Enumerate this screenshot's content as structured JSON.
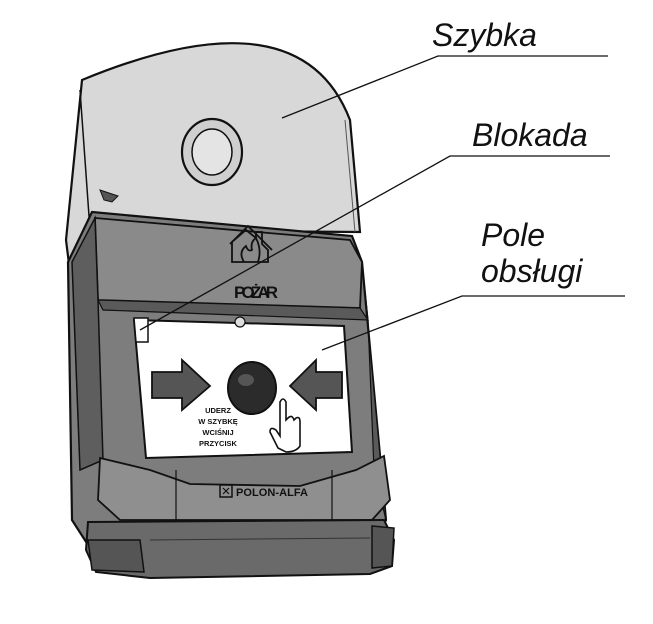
{
  "labels": {
    "szybka": "Szybka",
    "blokada": "Blokada",
    "pole_line1": "Pole",
    "pole_line2": "obsługi"
  },
  "device": {
    "pictogram_text": "POŻAR",
    "instruction_lines": [
      "UDERZ",
      "W SZYBKĘ",
      "WCIŚNIJ",
      "PRZYCISK"
    ],
    "brand": "POLON-ALFA"
  },
  "colors": {
    "housing": "#7a7a7a",
    "housing_dark": "#4a4a4a",
    "glass": "#d6d6d6",
    "panel": "#ffffff",
    "outline": "#111111"
  },
  "icons": [
    "house-fire-icon",
    "arrow-right-icon",
    "arrow-left-icon",
    "push-button-icon",
    "pointing-hand-icon",
    "brand-logo-icon",
    "lock-tab-icon"
  ]
}
